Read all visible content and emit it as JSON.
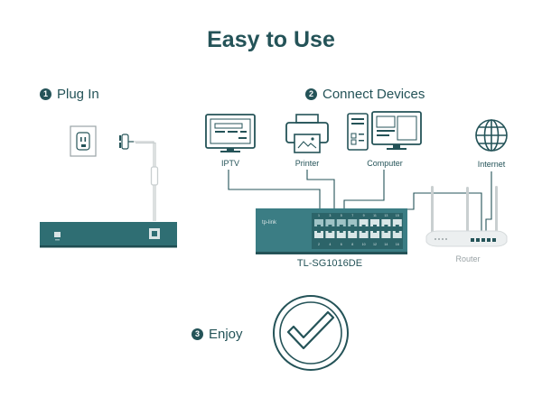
{
  "title": "Easy to Use",
  "steps": [
    {
      "number": "1",
      "label": "Plug In"
    },
    {
      "number": "2",
      "label": "Connect Devices"
    },
    {
      "number": "3",
      "label": "Enjoy"
    }
  ],
  "devices": {
    "iptv": "IPTV",
    "printer": "Printer",
    "computer": "Computer",
    "internet": "Internet",
    "router": "Router"
  },
  "switch": {
    "brand": "tp-link",
    "model": "TL-SG1016DE",
    "port_numbers_top": [
      "1",
      "3",
      "5",
      "7",
      "9",
      "11",
      "13",
      "15"
    ],
    "port_numbers_bottom": [
      "2",
      "4",
      "6",
      "8",
      "10",
      "12",
      "14",
      "16"
    ]
  },
  "colors": {
    "primary": "#245358",
    "device_teal": "#2f6e73",
    "switch_body": "#3b7d84",
    "light_gray": "#c9cfd0"
  }
}
